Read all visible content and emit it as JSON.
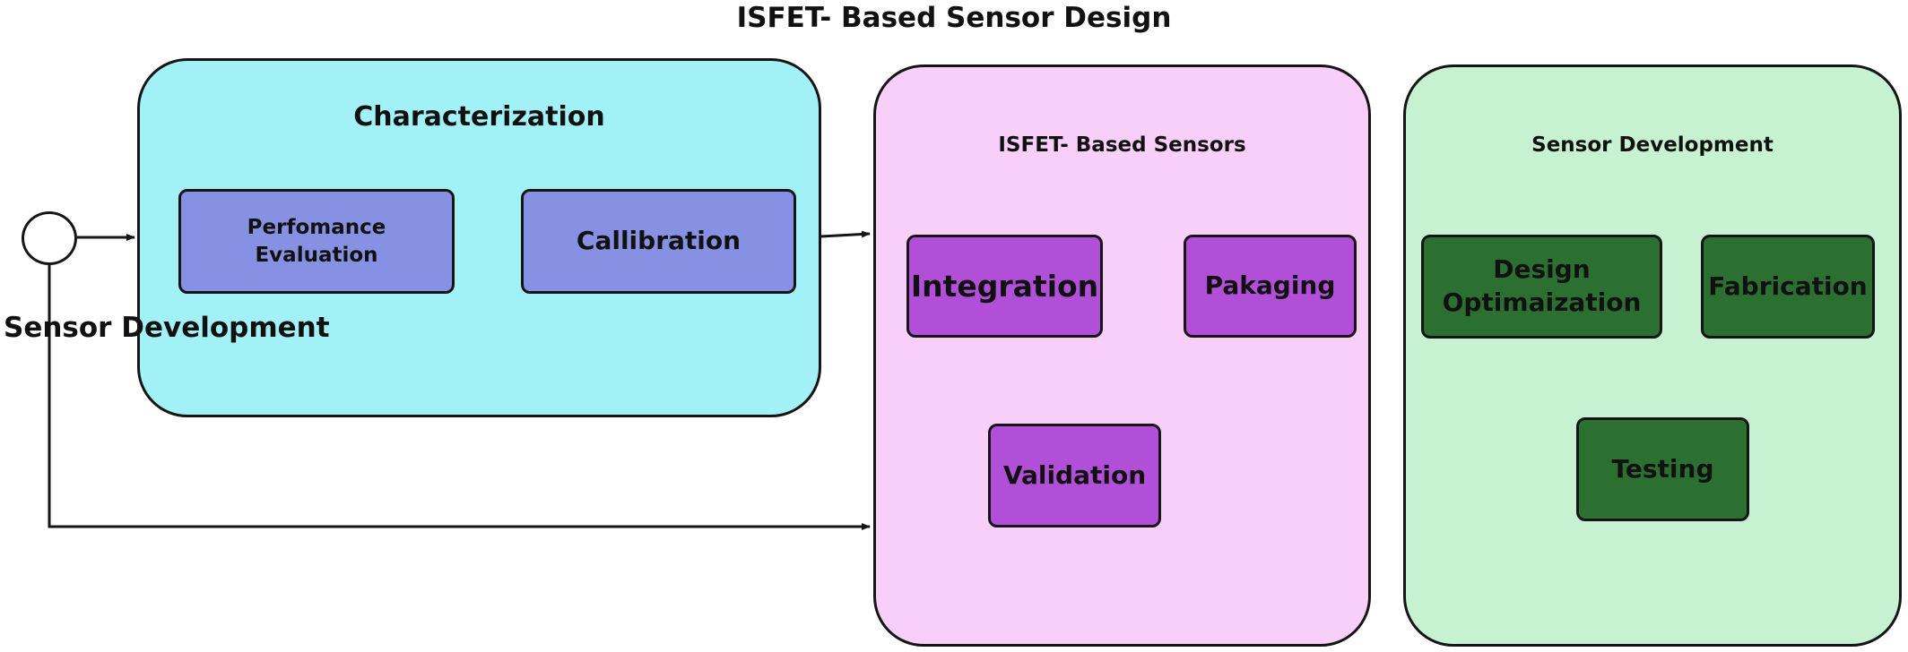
{
  "diagram": {
    "title": "ISFET- Based Sensor Design",
    "start_label": "Sensor Development",
    "groups": [
      {
        "label": "Characterization",
        "color": "#a2f1f7",
        "nodes": [
          {
            "label": "Perfomance Evaluation"
          },
          {
            "label": "Callibration"
          }
        ]
      },
      {
        "label": "ISFET- Based Sensors",
        "color": "#f7cff8",
        "nodes": [
          {
            "label": "Integration"
          },
          {
            "label": "Pakaging"
          },
          {
            "label": "Validation"
          }
        ]
      },
      {
        "label": "Sensor Development",
        "color": "#c7f2d1",
        "nodes": [
          {
            "label": "Design Optimaization"
          },
          {
            "label": "Fabrication"
          },
          {
            "label": "Testing"
          }
        ]
      }
    ],
    "colors": {
      "characterization_node": "#8791e4",
      "isfet_node": "#b24fd9",
      "sensor_dev_node": "#2b6f31",
      "outline": "#151515"
    }
  }
}
